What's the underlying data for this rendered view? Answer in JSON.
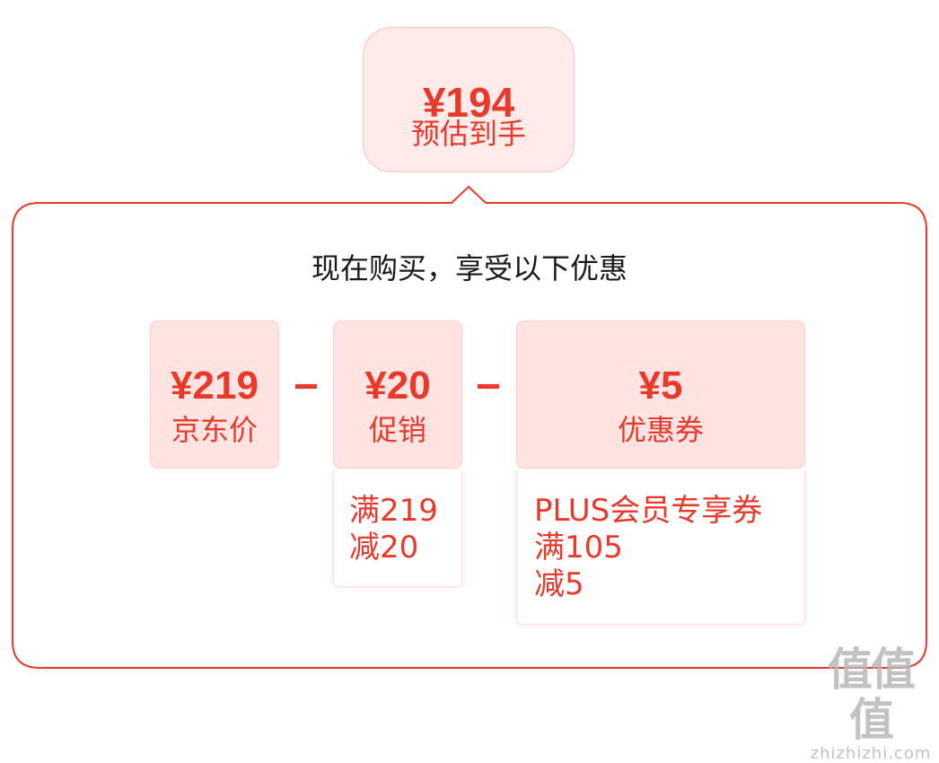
{
  "estimate": {
    "amount": "¥194",
    "label": "预估到手"
  },
  "headline": "现在购买，享受以下优惠",
  "breakdown": [
    {
      "amount": "¥219",
      "caption": "京东价"
    },
    {
      "amount": "¥20",
      "caption": "促销",
      "details": [
        "满219",
        "减20"
      ]
    },
    {
      "amount": "¥5",
      "caption": "优惠券",
      "details": [
        "PLUS会员专享券",
        "满105",
        "减5"
      ]
    }
  ],
  "operators": [
    "-",
    "-"
  ],
  "watermark": {
    "glyphs": "值值值",
    "domain": "zhizhizhi.com"
  },
  "colors": {
    "accent": "#e8392b",
    "tile_bg": "#fde3e1",
    "bubble_bg": "#feebea",
    "headline": "#1a1a1a"
  }
}
